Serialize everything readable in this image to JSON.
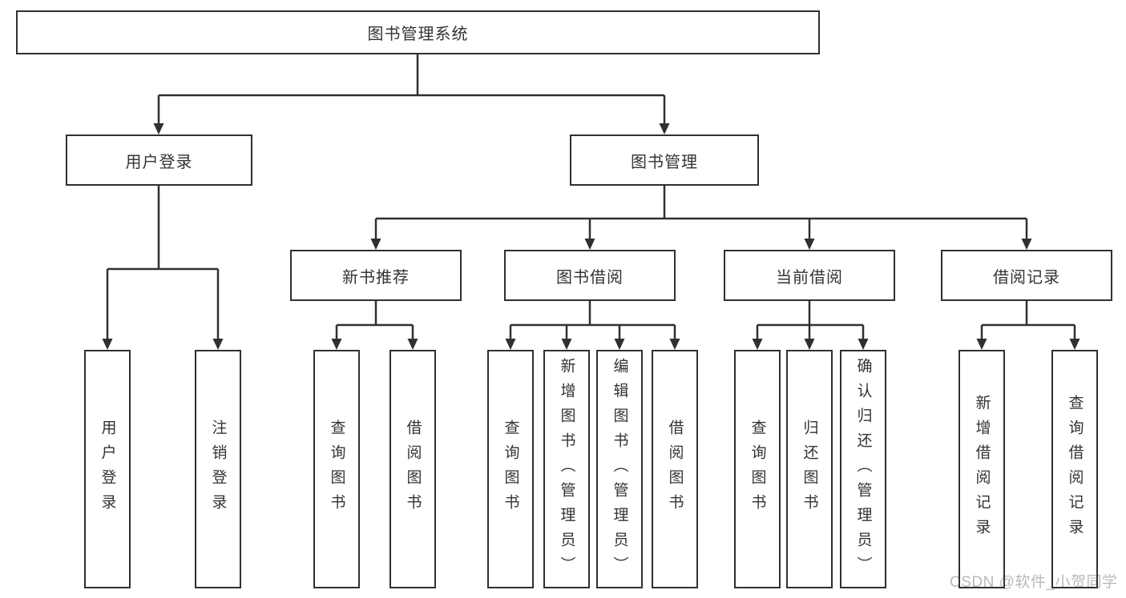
{
  "tree": {
    "label": "图书管理系统",
    "children": [
      {
        "label": "用户登录",
        "children": [
          {
            "label": "用户登录"
          },
          {
            "label": "注销登录"
          }
        ]
      },
      {
        "label": "图书管理",
        "children": [
          {
            "label": "新书推荐",
            "children": [
              {
                "label": "查询图书"
              },
              {
                "label": "借阅图书"
              }
            ]
          },
          {
            "label": "图书借阅",
            "children": [
              {
                "label": "查询图书"
              },
              {
                "label": "新增图书（管理员）"
              },
              {
                "label": "编辑图书（管理员）"
              },
              {
                "label": "借阅图书"
              }
            ]
          },
          {
            "label": "当前借阅",
            "children": [
              {
                "label": "查询图书"
              },
              {
                "label": "归还图书"
              },
              {
                "label": "确认归还（管理员）"
              }
            ]
          },
          {
            "label": "借阅记录",
            "children": [
              {
                "label": "新增借阅记录"
              },
              {
                "label": "查询借阅记录"
              }
            ]
          }
        ]
      }
    ]
  },
  "watermark": {
    "text": "CSDN @软件_小贺同学"
  },
  "colors": {
    "line": "#303030",
    "text": "#333333",
    "watermark_gray": "#b9b9b9",
    "background": "#ffffff"
  }
}
